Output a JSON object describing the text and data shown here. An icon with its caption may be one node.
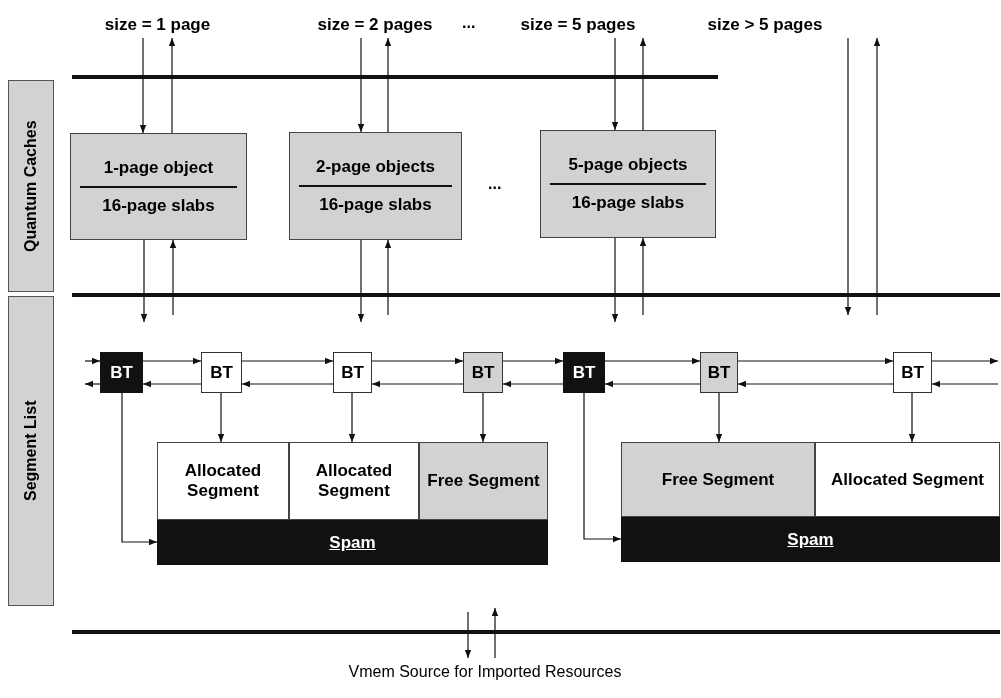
{
  "diagram": {
    "nodes": [
      {
        "text": [
          "Quantum Caches"
        ]
      },
      {
        "text": [
          "Segment List"
        ]
      },
      {
        "text": [
          "size = 1 page"
        ]
      },
      {
        "text": [
          "size = 2 pages"
        ]
      },
      {
        "text": [
          "size = 5 pages"
        ]
      },
      {
        "text": [
          "size > 5 pages"
        ]
      },
      {
        "text": [
          "1-page object",
          "16-page slabs"
        ]
      },
      {
        "text": [
          "2-page objects",
          "16-page slabs"
        ]
      },
      {
        "text": [
          "5-page objects",
          "16-page slabs"
        ]
      },
      {
        "text": [
          "BT"
        ]
      },
      {
        "text": [
          "BT"
        ]
      },
      {
        "text": [
          "BT"
        ]
      },
      {
        "text": [
          "BT"
        ]
      },
      {
        "text": [
          "BT"
        ]
      },
      {
        "text": [
          "BT"
        ]
      },
      {
        "text": [
          "BT"
        ]
      },
      {
        "text": [
          "Allocated Segment"
        ]
      },
      {
        "text": [
          "Allocated Segment"
        ]
      },
      {
        "text": [
          "Free Segment"
        ]
      },
      {
        "text": [
          "Spam"
        ]
      },
      {
        "text": [
          "Free Segment"
        ]
      },
      {
        "text": [
          "Allocated Segment"
        ]
      },
      {
        "text": [
          "Spam"
        ]
      },
      {
        "text": [
          "Vmem Source for Imported Resources"
        ]
      }
    ],
    "edges": [
      {
        "from": 2,
        "to": 6,
        "arrow": "to"
      },
      {
        "from": 6,
        "to": 2,
        "arrow": "to"
      },
      {
        "from": 3,
        "to": 7,
        "arrow": "to"
      },
      {
        "from": 7,
        "to": 3,
        "arrow": "to"
      },
      {
        "from": 4,
        "to": 8,
        "arrow": "to"
      },
      {
        "from": 8,
        "to": 4,
        "arrow": "to"
      },
      {
        "from": 5,
        "to": null,
        "arrow": "to"
      },
      {
        "from": null,
        "to": 5,
        "arrow": "to"
      },
      {
        "from": 6,
        "to": null,
        "arrow": "to"
      },
      {
        "from": null,
        "to": 6,
        "arrow": "to"
      },
      {
        "from": 7,
        "to": null,
        "arrow": "to"
      },
      {
        "from": null,
        "to": 7,
        "arrow": "to"
      },
      {
        "from": 8,
        "to": null,
        "arrow": "to"
      },
      {
        "from": null,
        "to": 8,
        "arrow": "to"
      },
      {
        "from": null,
        "to": 9,
        "arrow": "to"
      },
      {
        "from": 9,
        "to": 10,
        "arrow": "to"
      },
      {
        "from": 10,
        "to": 11,
        "arrow": "to"
      },
      {
        "from": 11,
        "to": 12,
        "arrow": "to"
      },
      {
        "from": 12,
        "to": 13,
        "arrow": "to"
      },
      {
        "from": 13,
        "to": 14,
        "arrow": "to"
      },
      {
        "from": 14,
        "to": 15,
        "arrow": "to"
      },
      {
        "from": 15,
        "to": null,
        "arrow": "to"
      },
      {
        "from": 9,
        "to": null,
        "arrow": "to"
      },
      {
        "from": 10,
        "to": 9,
        "arrow": "to"
      },
      {
        "from": 11,
        "to": 10,
        "arrow": "to"
      },
      {
        "from": 12,
        "to": 11,
        "arrow": "to"
      },
      {
        "from": 13,
        "to": 12,
        "arrow": "to"
      },
      {
        "from": 14,
        "to": 13,
        "arrow": "to"
      },
      {
        "from": 15,
        "to": 14,
        "arrow": "to"
      },
      {
        "from": null,
        "to": 15,
        "arrow": "to"
      },
      {
        "from": 10,
        "to": 16,
        "arrow": "to"
      },
      {
        "from": 11,
        "to": 17,
        "arrow": "to"
      },
      {
        "from": 12,
        "to": 18,
        "arrow": "to"
      },
      {
        "from": 14,
        "to": 20,
        "arrow": "to"
      },
      {
        "from": 15,
        "to": 21,
        "arrow": "to"
      },
      {
        "from": 9,
        "to": 19,
        "arrow": "to"
      },
      {
        "from": 13,
        "to": 22,
        "arrow": "to"
      },
      {
        "from": null,
        "to": 23,
        "arrow": "to"
      },
      {
        "from": 23,
        "to": null,
        "arrow": "to"
      }
    ],
    "labels": [
      "...",
      "..."
    ]
  }
}
